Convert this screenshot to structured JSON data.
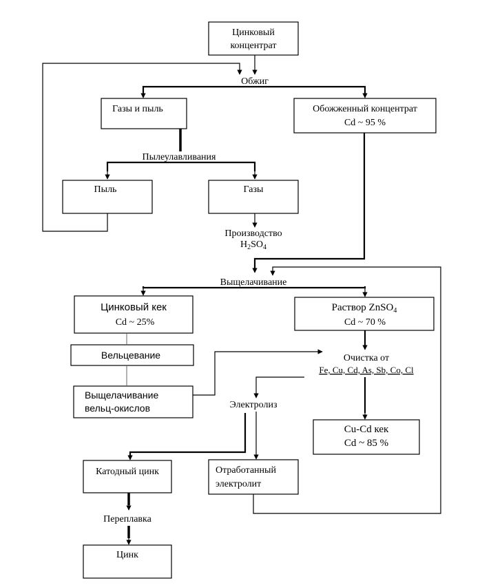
{
  "nodes": {
    "zinc_concentrate": [
      "Цинковый",
      "концентрат"
    ],
    "roasting": "Обжиг",
    "gases_dust": "Газы и пыль",
    "roasted_concentrate": [
      "Обожженный концентрат",
      "Cd ~ 95 %"
    ],
    "dust_collection": "Пылеулавливания",
    "dust": "Пыль",
    "gases": "Газы",
    "h2so4_production": "Производство",
    "h2so4_formula": {
      "base": "H",
      "sub1": "2",
      "mid": "SO",
      "sub2": "4"
    },
    "leaching": "Выщелачивание",
    "zinc_cake": [
      "Цинковый кек",
      "Cd ~ 25%"
    ],
    "znso4_solution_label": "Раствор ZnSO",
    "znso4_sub": "4",
    "znso4_cd": "Cd  ~ 70 %",
    "waelzing": "Вельцевание",
    "oxide_leaching": [
      "Выщелачивание",
      "вельц-окислов"
    ],
    "purification": "Очистка от",
    "purification_elements": "Fe, Cu, Cd, As, Sb, Co, Cl",
    "electrolysis": "Электролиз",
    "cucd_cake": [
      "Cu-Cd кек",
      "Cd ~ 85 %"
    ],
    "cathode_zinc": "Катодный цинк",
    "spent_electrolyte": [
      "Отработанный",
      "электролит"
    ],
    "remelting": "Переплавка",
    "zinc": "Цинк"
  }
}
